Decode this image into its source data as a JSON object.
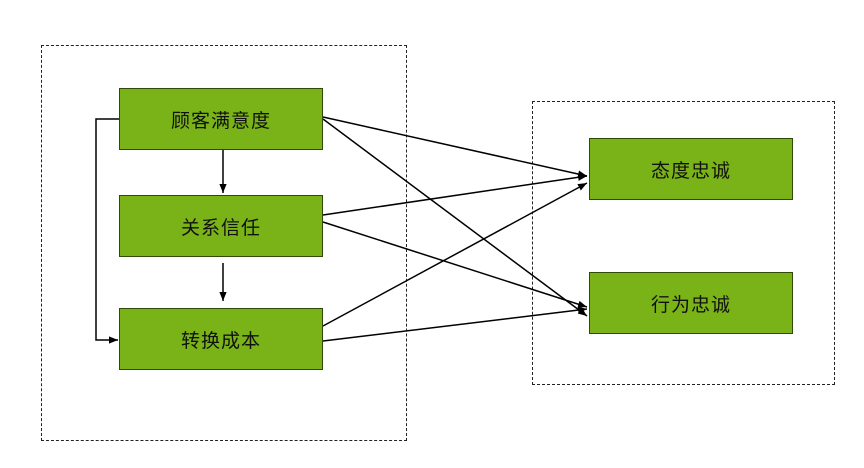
{
  "colors": {
    "node_fill": "#7ab317",
    "node_border": "#2f4a06",
    "line": "#000000"
  },
  "left_group": {
    "nodes": [
      {
        "id": "satisfaction",
        "label": "顾客满意度"
      },
      {
        "id": "trust",
        "label": "关系信任"
      },
      {
        "id": "switching",
        "label": "转换成本"
      }
    ]
  },
  "right_group": {
    "nodes": [
      {
        "id": "attitudinal",
        "label": "态度忠诚"
      },
      {
        "id": "behavioral",
        "label": "行为忠诚"
      }
    ]
  },
  "edges": [
    {
      "from": "satisfaction",
      "to": "trust"
    },
    {
      "from": "trust",
      "to": "switching"
    },
    {
      "from": "satisfaction",
      "to": "switching"
    },
    {
      "from": "satisfaction",
      "to": "attitudinal"
    },
    {
      "from": "satisfaction",
      "to": "behavioral"
    },
    {
      "from": "trust",
      "to": "attitudinal"
    },
    {
      "from": "trust",
      "to": "behavioral"
    },
    {
      "from": "switching",
      "to": "attitudinal"
    },
    {
      "from": "switching",
      "to": "behavioral"
    }
  ]
}
